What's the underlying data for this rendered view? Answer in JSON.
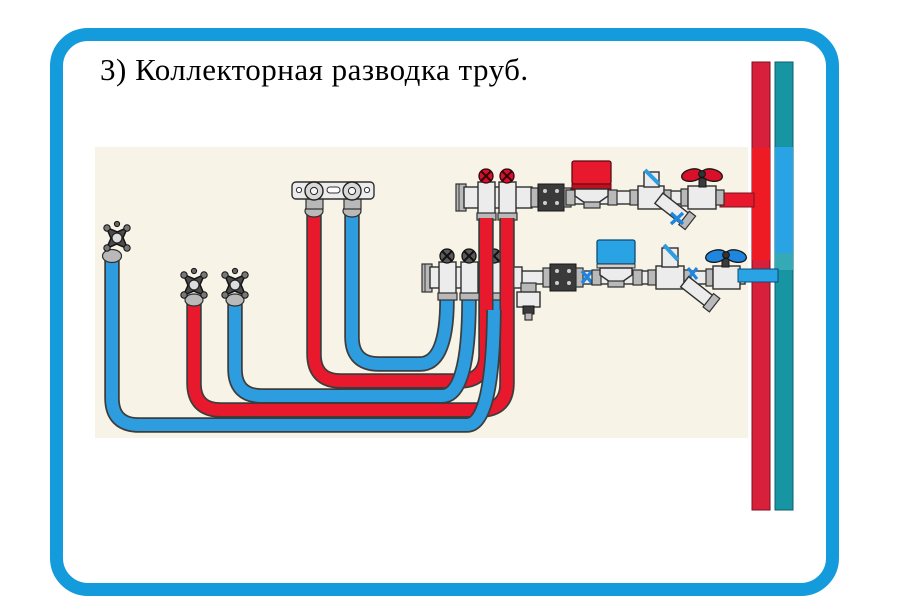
{
  "title": "3) Коллекторная разводка труб.",
  "colors": {
    "frame": "#149bdb",
    "diagram_bg": "#f7f3e6",
    "hot": "#e8192c",
    "cold": "#2e9de0",
    "hot_riser": "#d8203a",
    "hot_riser_bright": "#ee1b24",
    "cold_riser_teal": "#1795a3",
    "cold_riser_bright": "#2aa3e4",
    "cold_riser_light": "#35aab6",
    "handle_red": "#d8102a",
    "handle_blue": "#1f86e0"
  },
  "diagram": {
    "type": "plumbing-schematic",
    "subject": "Коллекторная разводка труб",
    "elements": [
      "hot-water-riser",
      "cold-water-riser",
      "hot-manifold-2-outlets",
      "cold-manifold-3-outlets",
      "hot-water-meter",
      "cold-water-meter",
      "hot-ball-valve",
      "cold-ball-valve",
      "check-valve-hot",
      "check-valve-cold",
      "strainer-hot",
      "strainer-cold",
      "drain-valve",
      "wall-mount-plate",
      "tap-valve-left-cold",
      "tap-valve-mid-hot",
      "tap-valve-right-cold",
      "hot-pipes-red",
      "cold-pipes-blue"
    ]
  }
}
